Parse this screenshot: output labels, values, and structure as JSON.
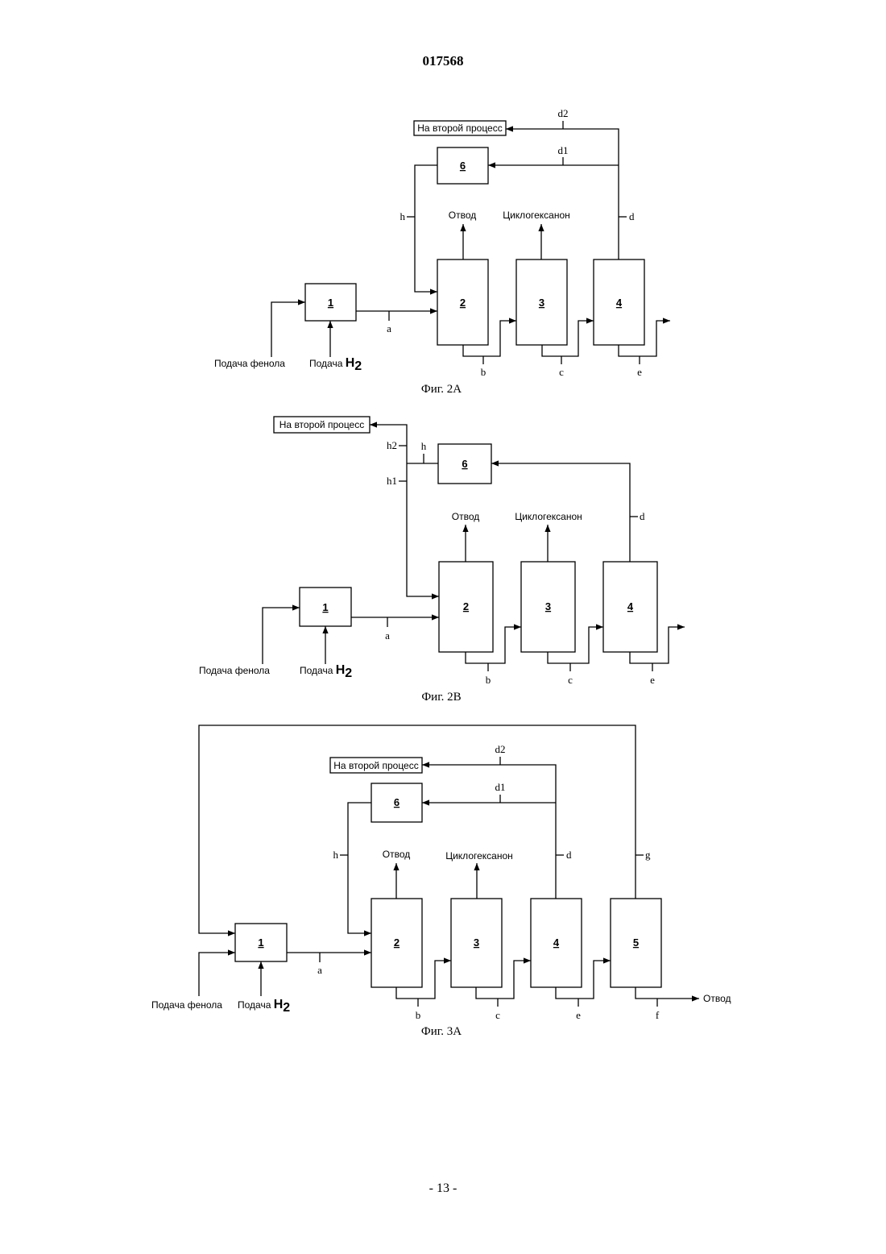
{
  "document_number": "017568",
  "page_number": "- 13 -",
  "common": {
    "feed_phenol": "Подача фенола",
    "feed_h2_prefix": "Подача ",
    "h2": "H",
    "h2_sub": "2",
    "second_process": "На второй процесс",
    "discharge": "Отвод",
    "cyclohexanone": "Циклогексанон"
  },
  "fig2a": {
    "caption": "Фиг. 2А",
    "blocks": [
      "1",
      "2",
      "3",
      "4",
      "6"
    ],
    "streams": {
      "a": "a",
      "b": "b",
      "c": "c",
      "d": "d",
      "e": "e",
      "h": "h",
      "d1": "d1",
      "d2": "d2"
    }
  },
  "fig2b": {
    "caption": "Фиг. 2В",
    "blocks": [
      "1",
      "2",
      "3",
      "4",
      "6"
    ],
    "streams": {
      "a": "a",
      "b": "b",
      "c": "c",
      "d": "d",
      "e": "e",
      "h": "h",
      "h1": "h1",
      "h2": "h2"
    }
  },
  "fig3a": {
    "caption": "Фиг. 3А",
    "blocks": [
      "1",
      "2",
      "3",
      "4",
      "5",
      "6"
    ],
    "streams": {
      "a": "a",
      "b": "b",
      "c": "c",
      "d": "d",
      "e": "e",
      "f": "f",
      "g": "g",
      "h": "h",
      "d1": "d1",
      "d2": "d2"
    }
  }
}
